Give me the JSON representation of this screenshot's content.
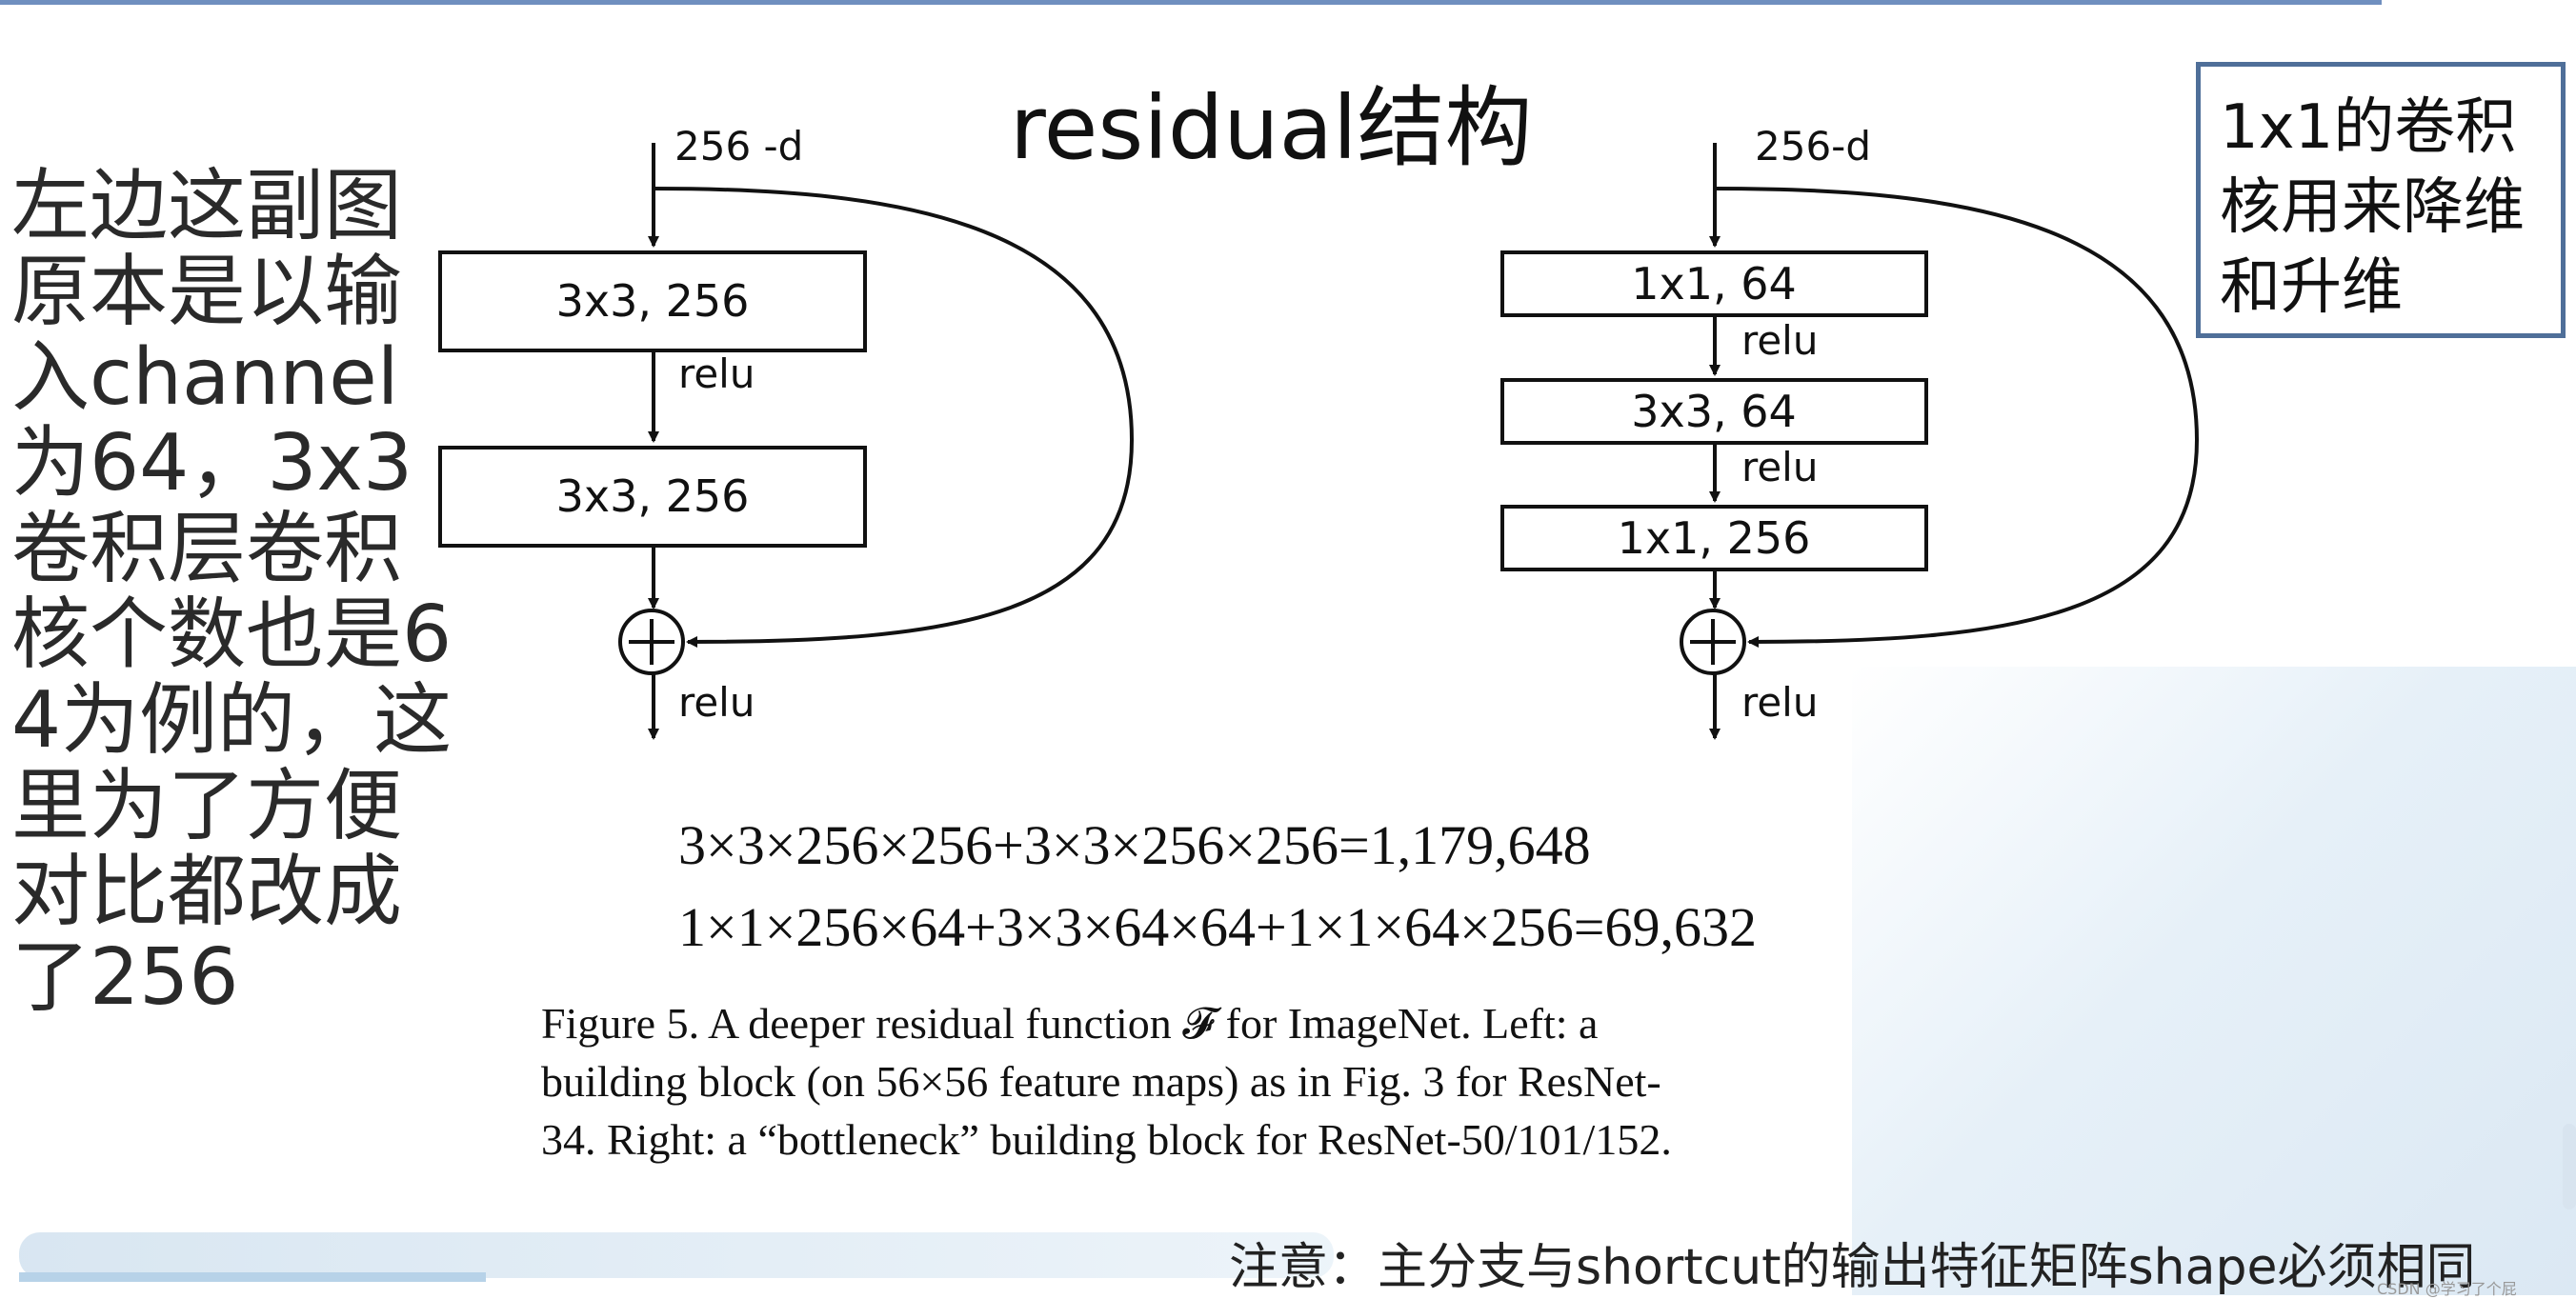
{
  "title": "residual结构",
  "side_note": "左边这副图原本是以输入channel为64，3x3卷积层卷积核个数也是64为例的，这里为了方便对比都改成了256",
  "callout": "1x1的卷积核用来降维和升维",
  "left_block": {
    "input_label": "256 -d",
    "layers": [
      "3x3, 256",
      "3x3, 256"
    ],
    "activations": [
      "relu",
      "relu"
    ]
  },
  "right_block": {
    "input_label": "256-d",
    "layers": [
      "1x1, 64",
      "3x3, 64",
      "1x1, 256"
    ],
    "activations": [
      "relu",
      "relu",
      "relu"
    ]
  },
  "formulas": [
    "3×3×256×256+3×3×256×256=1,179,648",
    "1×1×256×64+3×3×64×64+1×1×64×256=69,632"
  ],
  "caption": [
    "Figure 5. A deeper residual function 𝓕 for ImageNet.  Left: a",
    "building block (on 56×56 feature maps) as in Fig. 3 for ResNet-",
    "34. Right: a “bottleneck” building block for ResNet-50/101/152."
  ],
  "note": "注意：主分支与shortcut的输出特征矩阵shape必须相同",
  "watermark": "CSDN @学习了个屁",
  "colors": {
    "accent_border": "#4f6f99",
    "top_line": "#6f8fbf"
  }
}
